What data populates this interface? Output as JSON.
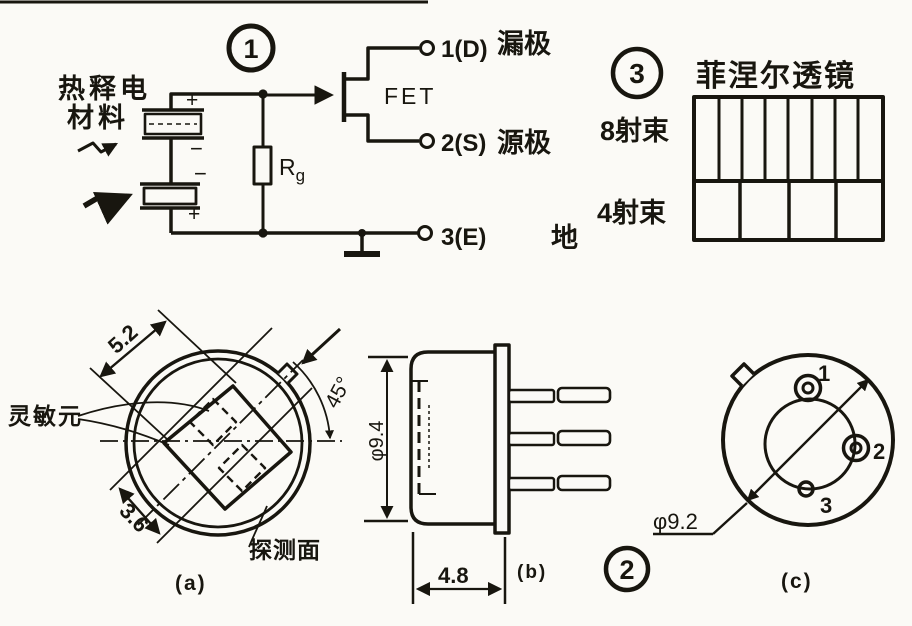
{
  "figure": {
    "description_colors": {
      "ink": "#18160f",
      "paper": "#fbfaf6"
    },
    "circuit": {
      "number": "1",
      "material_line1": "热释电",
      "material_line2": "材料",
      "rg_main": "R",
      "rg_sub": "g",
      "fet": "FET",
      "polarity_e1_top": "+",
      "polarity_e1_bottom": "−",
      "polarity_e2_top": "−",
      "polarity_e2_bottom": "+",
      "terminals": [
        {
          "pin": "1(D)",
          "name": "漏极"
        },
        {
          "pin": "2(S)",
          "name": "源极"
        },
        {
          "pin": "3(E)",
          "name": "地"
        }
      ]
    },
    "fresnel": {
      "number": "3",
      "title": "菲涅尔透镜",
      "rows": [
        {
          "label": "8射束",
          "beams": 8
        },
        {
          "label": "4射束",
          "beams": 4
        }
      ]
    },
    "package": {
      "number": "2",
      "view_a": {
        "caption": "(a)",
        "dim_window": "5.2",
        "dim_elements": "3.6",
        "dim_angle": "45°",
        "label_element": "灵敏元",
        "label_window": "探测面"
      },
      "view_b": {
        "caption": "(b)",
        "dim_diameter": "φ9.4",
        "dim_width": "4.8"
      },
      "view_c": {
        "caption": "(c)",
        "dim_diameter": "φ9.2",
        "pins": [
          "1",
          "2",
          "3"
        ]
      }
    }
  }
}
